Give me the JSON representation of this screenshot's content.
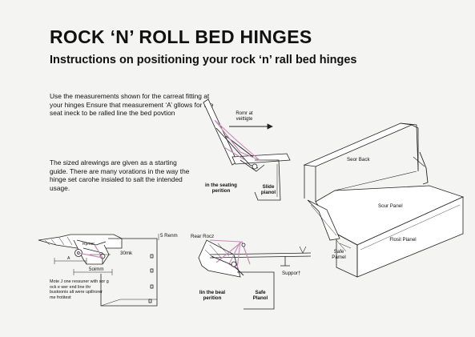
{
  "title": "ROCK ‘N’ ROLL BED HINGES",
  "subtitle": "Instructions on positioning your rock ‘n’ rall bed hinges",
  "intro_text": "Use the measurements shown for the carreat fitting at your hinges   Ensure that measurement ‘A’ gllows for the seat ineck to be ralled line the bed povtion",
  "sizes_text": "The sized alrewings are given as a starting guide.  There are many vorations in the way the hinge set carohe insialed to salt the intended usage.",
  "note_text": "Mote J one ressuner with sor g ock e wer end line thr bustoonis alt were upillrorer me frotitest",
  "labels": {
    "arrow_label": "Romr at veittigte",
    "seating_position": "in the seating perition",
    "slide_panel": "Slide pianol",
    "seat_back": "Seor Back",
    "seat_panel": "Sour Panel",
    "front_panel": "Flosil Pianel",
    "safe_panel": "Safe Pamel",
    "support": "Suppor†",
    "rear_rocz": "Rear Rocz",
    "in_bed_position": "lin the beal perition",
    "safe_planol": "Safe Planol",
    "dim_5mm": "5 Renm",
    "dim_30mm": "30mk",
    "dim_50mm": "5oimm",
    "dim_a": "A",
    "dim_rpmer": "Rpmer"
  }
}
